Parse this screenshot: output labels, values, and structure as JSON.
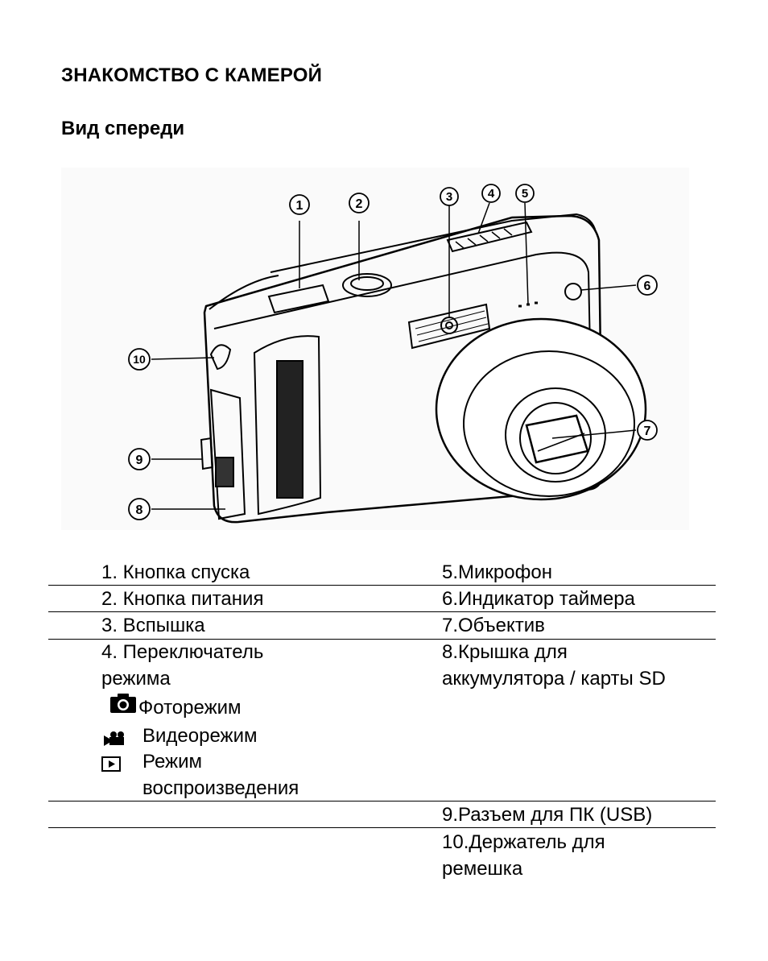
{
  "heading": "ЗНАКОМСТВО С КАМЕРОЙ",
  "subheading": "Вид спереди",
  "callouts": [
    "1",
    "2",
    "3",
    "4",
    "5",
    "6",
    "7",
    "8",
    "9",
    "10"
  ],
  "table": {
    "left": {
      "r1": "1. Кнопка спуска",
      "r2": "2. Кнопка питания",
      "r3": "3. Вспышка",
      "r4_line1": "4. Переключатель",
      "r4_line2": "режима",
      "modes": {
        "photo": "Фоторежим",
        "video": "Видеорежим",
        "playback_line1": "Режим",
        "playback_line2": "воспроизведения"
      }
    },
    "right": {
      "r1": "5.Микрофон",
      "r2": "6.Индикатор таймера",
      "r3": "7.Объектив",
      "r4_line1": "8.Крышка для",
      "r4_line2": "аккумулятора / карты SD",
      "r5": "9.Разъем для ПК (USB)",
      "r6_line1": "10.Держатель для",
      "r6_line2": "ремешка"
    }
  },
  "icons": {
    "photo": "camera-icon",
    "video": "video-camera-icon",
    "playback": "play-icon"
  }
}
